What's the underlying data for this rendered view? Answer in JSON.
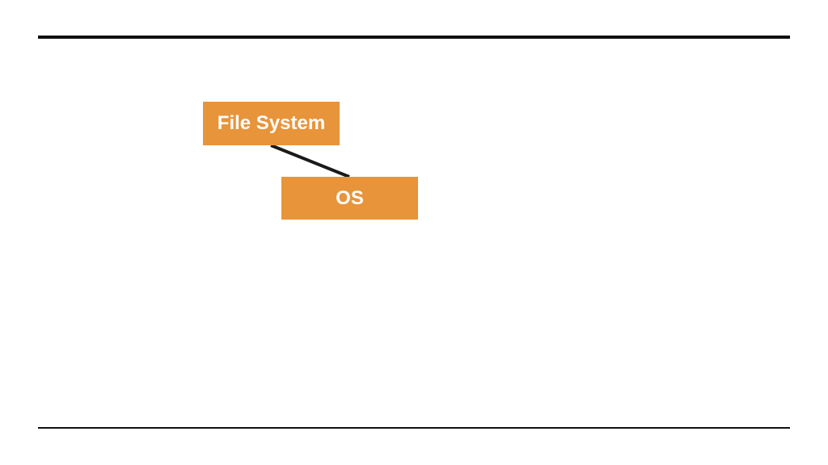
{
  "diagram": {
    "nodes": [
      {
        "id": "file-system",
        "label": "File System"
      },
      {
        "id": "os",
        "label": "OS"
      }
    ],
    "edges": [
      {
        "from": "file-system",
        "to": "os"
      }
    ]
  },
  "colors": {
    "node_fill": "#E8943A",
    "node_text": "#FFFFFF",
    "edge": "#1A1A1A",
    "rule": "#111111",
    "background": "#FFFFFF"
  }
}
